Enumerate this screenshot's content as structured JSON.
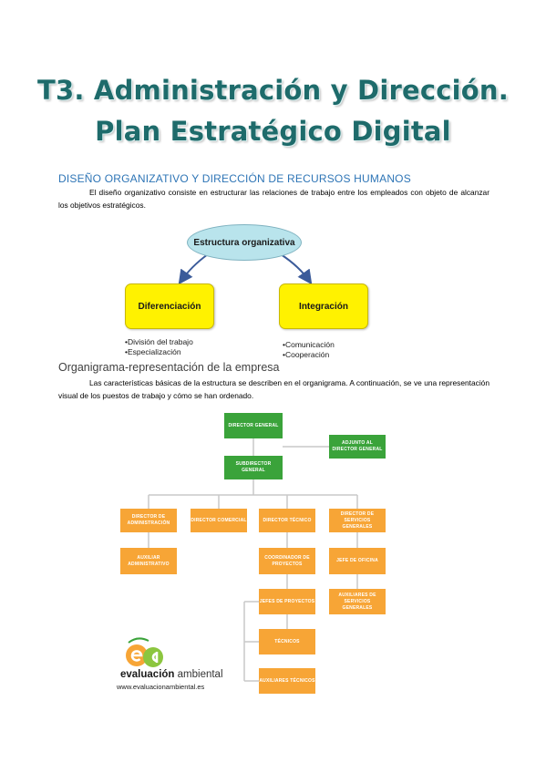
{
  "title": {
    "line1": "T3. Administración y Dirección.",
    "line2": "Plan Estratégico Digital"
  },
  "section_heading": "DISEÑO ORGANIZATIVO Y DIRECCIÓN DE RECURSOS HUMANOS",
  "paragraph1": "El diseño organizativo consiste en estructurar las relaciones de trabajo entre los empleados con objeto de alcanzar los objetivos estratégicos.",
  "diagram1": {
    "root": "Estructura organizativa",
    "left_box": "Diferenciación",
    "right_box": "Integración",
    "left_bullets": [
      "•División del trabajo",
      "•Especialización"
    ],
    "right_bullets": [
      "•Comunicación",
      "•Cooperación"
    ]
  },
  "subheading": "Organigrama-representación de la empresa",
  "paragraph2": "Las características básicas de la estructura se describen en el organigrama. A continuación, se ve una representación visual de los puestos de trabajo y cómo se han ordenado.",
  "org_chart": {
    "colors": {
      "management": "#3aa33a",
      "departments": "#f7a536",
      "lines": "#c8c8c8"
    },
    "director_general": "DIRECTOR GENERAL",
    "adjunto": "ADJUNTO AL DIRECTOR GENERAL",
    "subdirector": "SUBDIRECTOR GENERAL",
    "dir_admin": "DIRECTOR DE ADMINISTRACIÓN",
    "dir_comercial": "DIRECTOR COMERCIAL",
    "dir_tecnico": "DIRECTOR TÉCNICO",
    "dir_servicios": "DIRECTOR DE SERVICIOS GENERALES",
    "aux_admin": "AUXILIAR ADMINISTRATIVO",
    "coord_proyectos": "COORDINADOR DE PROYECTOS",
    "jefe_oficina": "JEFE DE OFICINA",
    "jefes_proyectos": "JEFES DE PROYECTOS",
    "aux_servicios": "AUXILIARES DE SERVICIOS GENERALES",
    "tecnicos": "TÉCNICOS",
    "aux_tecnicos": "AUXILIARES TÉCNICOS"
  },
  "logo": {
    "brand_bold": "evaluación",
    "brand_light": " ambiental",
    "url": "www.evaluacionambiental.es"
  }
}
